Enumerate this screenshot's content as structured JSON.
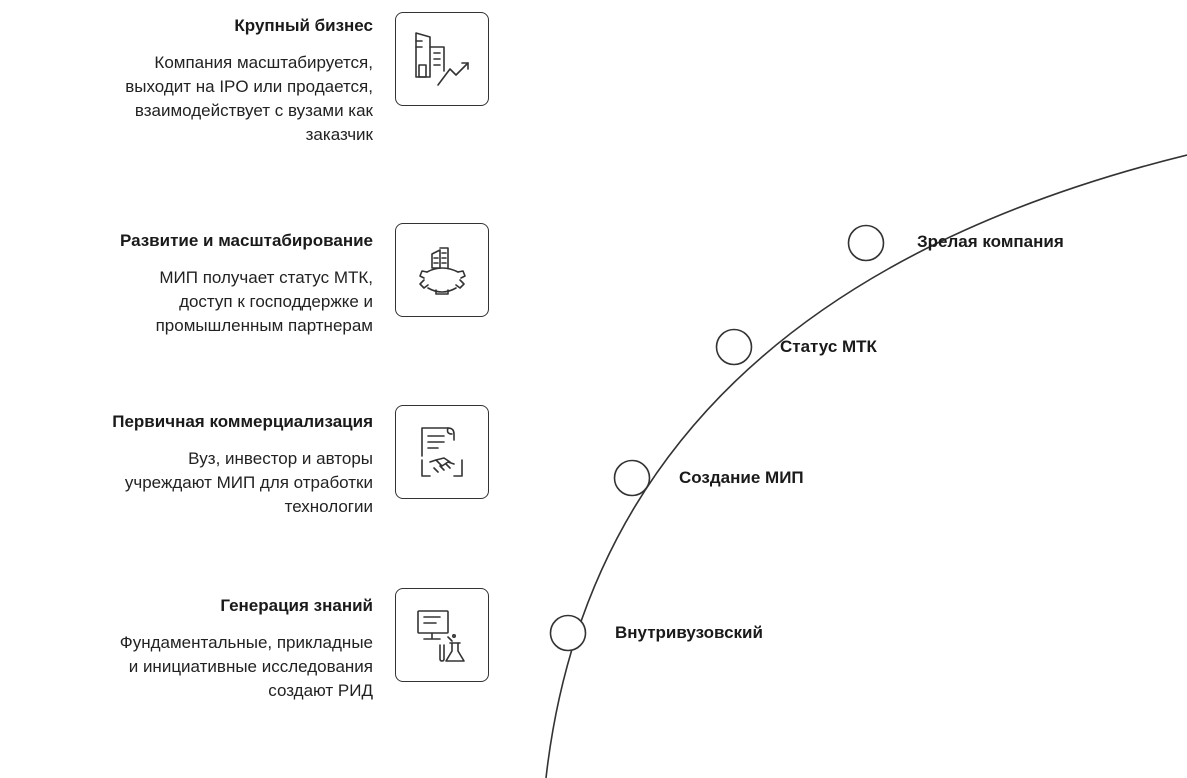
{
  "stages": [
    {
      "title": "Крупный бизнес",
      "description_lines": [
        "Компания масштабируется,",
        "выходит на IPO или продается,",
        "взаимодействует с вузами как",
        "заказчик"
      ],
      "icon": "buildings-growth-icon"
    },
    {
      "title": "Развитие и масштабирование",
      "description_lines": [
        "МИП получает статус МТК,",
        "доступ к господдержке и",
        "промышленным партнерам"
      ],
      "icon": "industry-gear-icon"
    },
    {
      "title": "Первичная коммерциализация",
      "description_lines": [
        "Вуз, инвестор и авторы",
        "учреждают МИП для отработки",
        "технологии"
      ],
      "icon": "contract-handshake-icon"
    },
    {
      "title": "Генерация знаний",
      "description_lines": [
        "Фундаментальные, прикладные",
        "и инициативные исследования",
        "создают РИД"
      ],
      "icon": "computer-lab-flask-icon"
    }
  ],
  "milestones": [
    {
      "label": "Зрелая компания"
    },
    {
      "label": "Статус МТК"
    },
    {
      "label": "Создание МИП"
    },
    {
      "label": "Внутривузовский"
    }
  ],
  "colors": {
    "line": "#333333",
    "text": "#1a1a1a",
    "background": "#ffffff"
  }
}
